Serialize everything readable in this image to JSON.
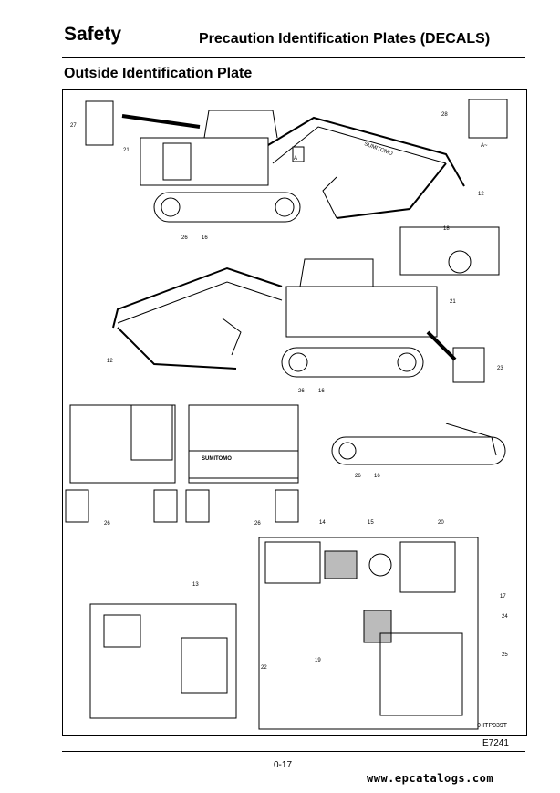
{
  "header": {
    "section": "Safety",
    "title": "Precaution Identification Plates (DECALS)"
  },
  "subtitle": "Outside Identification Plate",
  "figure": {
    "reference": "0-ITP039T",
    "view_label": "A",
    "arrow_label": "A~",
    "brand_on_boom": "SUMITOMO",
    "brand_on_rear": "SUMITOMO",
    "callouts": {
      "c12a": "12",
      "c12b": "12",
      "c13": "13",
      "c14": "14",
      "c15": "15",
      "c16": "16",
      "c17": "17",
      "c18": "18",
      "c19": "19",
      "c20": "20",
      "c21": "21",
      "c22": "22",
      "c23": "23",
      "c24": "24",
      "c25": "25",
      "c26": "26",
      "c27": "27",
      "c28": "28"
    }
  },
  "footer": {
    "code": "E7241",
    "page": "0-17",
    "website": "www.epcatalogs.com"
  }
}
